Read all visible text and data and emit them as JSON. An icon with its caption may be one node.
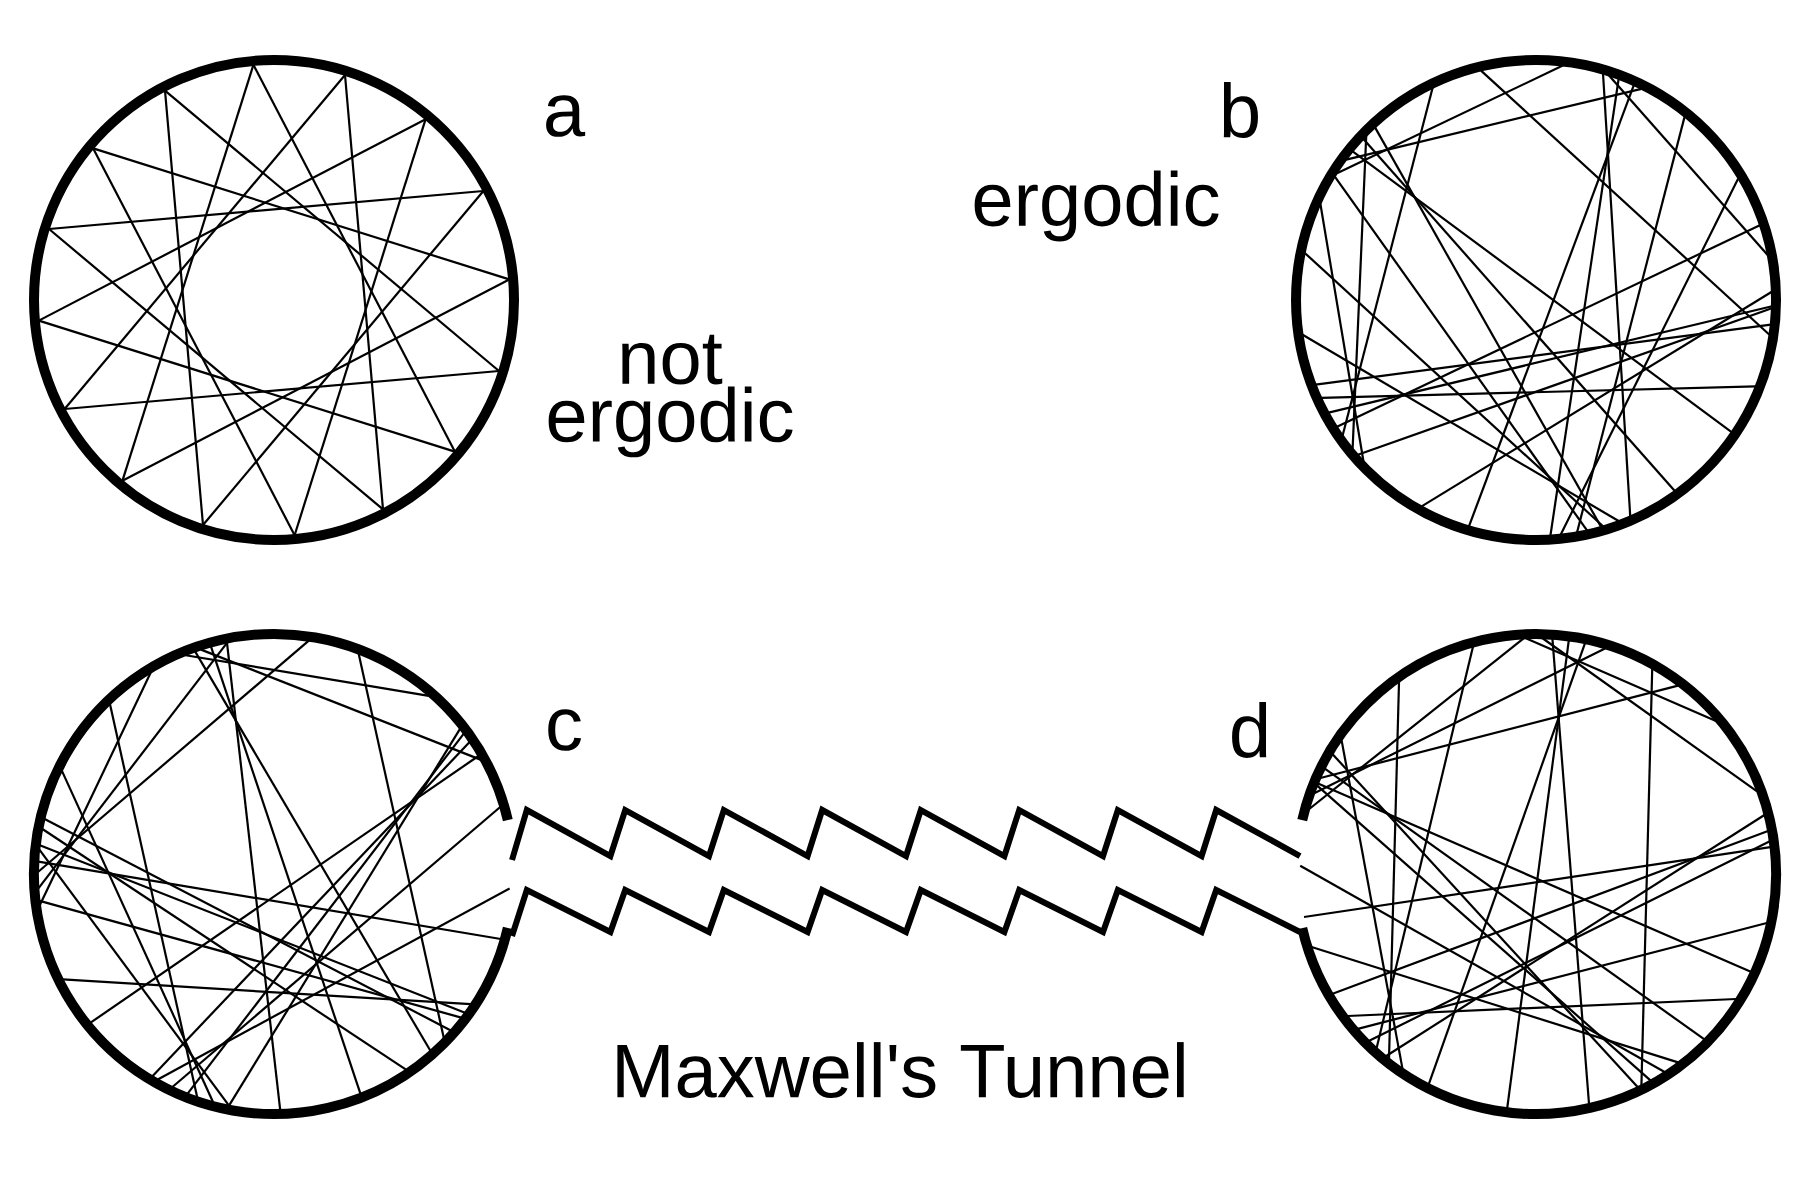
{
  "diagram": {
    "labels": [
      "a",
      "not ergodic",
      "b",
      "ergodic",
      "c",
      "d",
      "Maxwell's Tunnel"
    ]
  }
}
